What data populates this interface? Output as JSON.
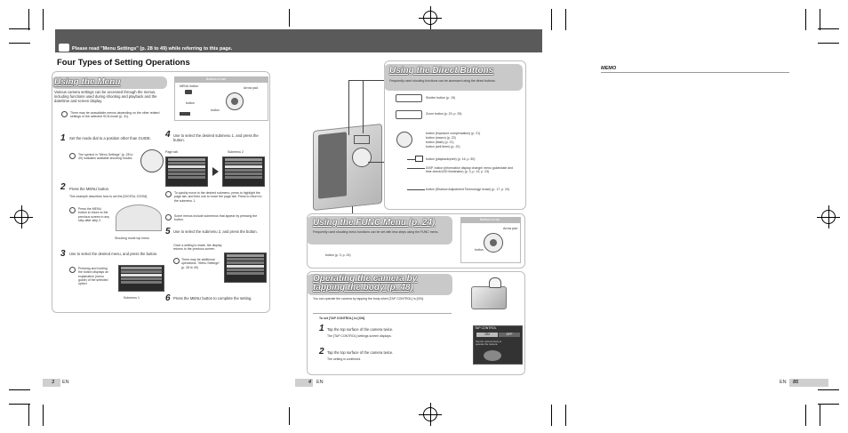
{
  "header": {
    "banner_text": "Please read \"Menu Settings\" (p. 28 to 49) while referring to this page."
  },
  "left_page": {
    "section_title": "Four Types of Setting Operations",
    "menu_panel": {
      "title": "Using the Menu",
      "intro": "Various camera settings can be accessed through the menus, including functions used during shooting and playback and the date/time and screen display.",
      "note": "There may be unavailable menus depending on the other related settings or the selected SCN mode (p. 31).",
      "buttons_in_use_label": "Buttons in use",
      "menu_button_label": "MENU button",
      "arrow_pad_label": "Arrow pad",
      "info_button_label": "button",
      "ok_button_label": "button",
      "step1": "Set the mode dial to a position other than GUIDE.",
      "step1_note": "The symbol in \"Menu Settings\" (p. 28 to 49) indicates available shooting modes.",
      "step2": "Press the MENU button.",
      "step2_bullet": "This example describes how to set the [DIGITAL ZOOM].",
      "step2_note": "Press the MENU button to return to the previous screen in any step after step 2.",
      "shooting_mode_top_menu": "Shooting mode top menu",
      "step3": "Use to select the desired menu, and press the button.",
      "step3_note": "Pressing and holding the button displays an explanation (menu guide) of the selected option.",
      "submenu1": "Submenu 1",
      "step4": "Use to select the desired submenu 1, and press the button.",
      "page_tab": "Page tab",
      "submenu2": "Submenu 2",
      "step4_note1": "To quickly move to the desired submenu, press to highlight the page tab, and then use to move the page tab. Press to return to the submenu 1.",
      "step4_note2": "Some menus include submenus that appear by pressing the button.",
      "step5": "Use to select the submenu 2, and press the button.",
      "step5_bullet": "Once a setting is made, the display returns to the previous screen.",
      "step5_note": "There may be additional operations. \"Menu Settings\" (p. 28 to 49)",
      "step6": "Press the MENU button to complete the setting."
    },
    "page_number": "3",
    "lang": "EN"
  },
  "center_page": {
    "direct_panel": {
      "title": "Using the Direct Buttons",
      "intro": "Frequently used shooting functions can be accessed using the direct buttons.",
      "items": [
        "Shutter button (p. 15)",
        "Zoom button (p. 20, p. 25)",
        "button (exposure compensation) (p. 21)",
        "button (macro) (p. 22)",
        "button (flash) (p. 21)",
        "button (self-timer) (p. 22)",
        "button (playback/print) (p. 16, p. 50)",
        "DISP. button (information display change/ menu guide/date and time check/LED illuminator) (p. 3, p. 13, p. 23)",
        "button (Shadow Adjustment Technology/ erase) (p. 17, p. 20)"
      ]
    },
    "func_panel": {
      "title": "Using the FUNC Menu (p. 24)",
      "intro": "Frequently used shooting menu functions can be set with less steps using the FUNC menu.",
      "buttons_in_use_label": "Buttons in use",
      "arrow_pad_label": "Arrow pad",
      "ok_button_label": "button",
      "ok_ref": "button (p. 3, p. 24)"
    },
    "tap_panel": {
      "title": "Operating the camera by tapping the body (p. 48)",
      "intro": "You can operate the camera by tapping the body when [TAP CONTROL] is [ON].",
      "subhead": "To set [TAP CONTROL] to [ON]",
      "step1": "Tap the top surface of the camera twice.",
      "step1_bullet": "The [TAP CONTROL] settings screen displays.",
      "step2": "Tap the top surface of the camera twice.",
      "step2_bullet": "The setting is confirmed.",
      "screen_title": "TAP CONTROL",
      "screen_off": "ON",
      "screen_on": "OFF",
      "screen_hint": "Tap the camera body to operate the camera."
    },
    "page_number": "4",
    "lang": "EN"
  },
  "right_page": {
    "memo": "MEMO",
    "page_number": "85",
    "lang": "EN"
  }
}
